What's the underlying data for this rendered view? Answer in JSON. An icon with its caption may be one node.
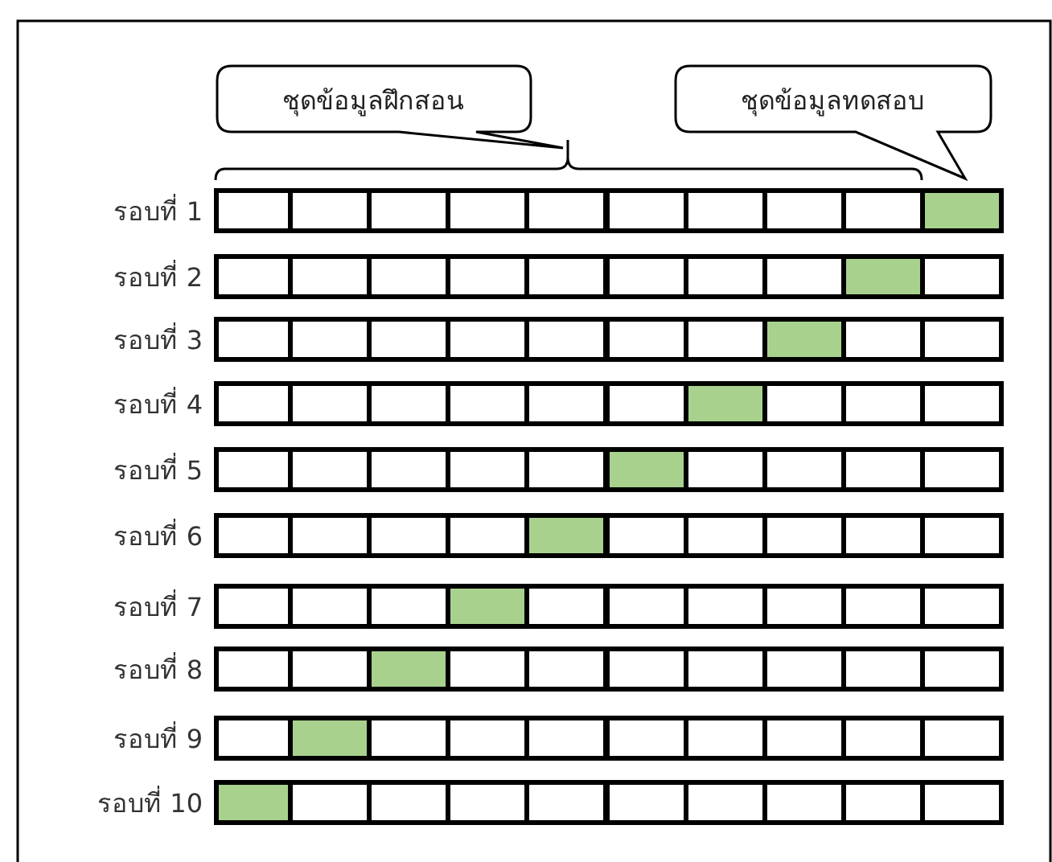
{
  "diagram": {
    "nodes": [
      {
        "text": [
          "ชุดข้อมูลฝึกสอน"
        ]
      },
      {
        "text": [
          "ชุดข้อมูลทดสอบ"
        ]
      }
    ],
    "labels": [
      "รอบที่ 1",
      "รอบที่ 2",
      "รอบที่ 3",
      "รอบที่ 4",
      "รอบที่ 5",
      "รอบที่ 6",
      "รอบที่ 7",
      "รอบที่ 8",
      "รอบที่ 9",
      "รอบที่ 10"
    ]
  }
}
